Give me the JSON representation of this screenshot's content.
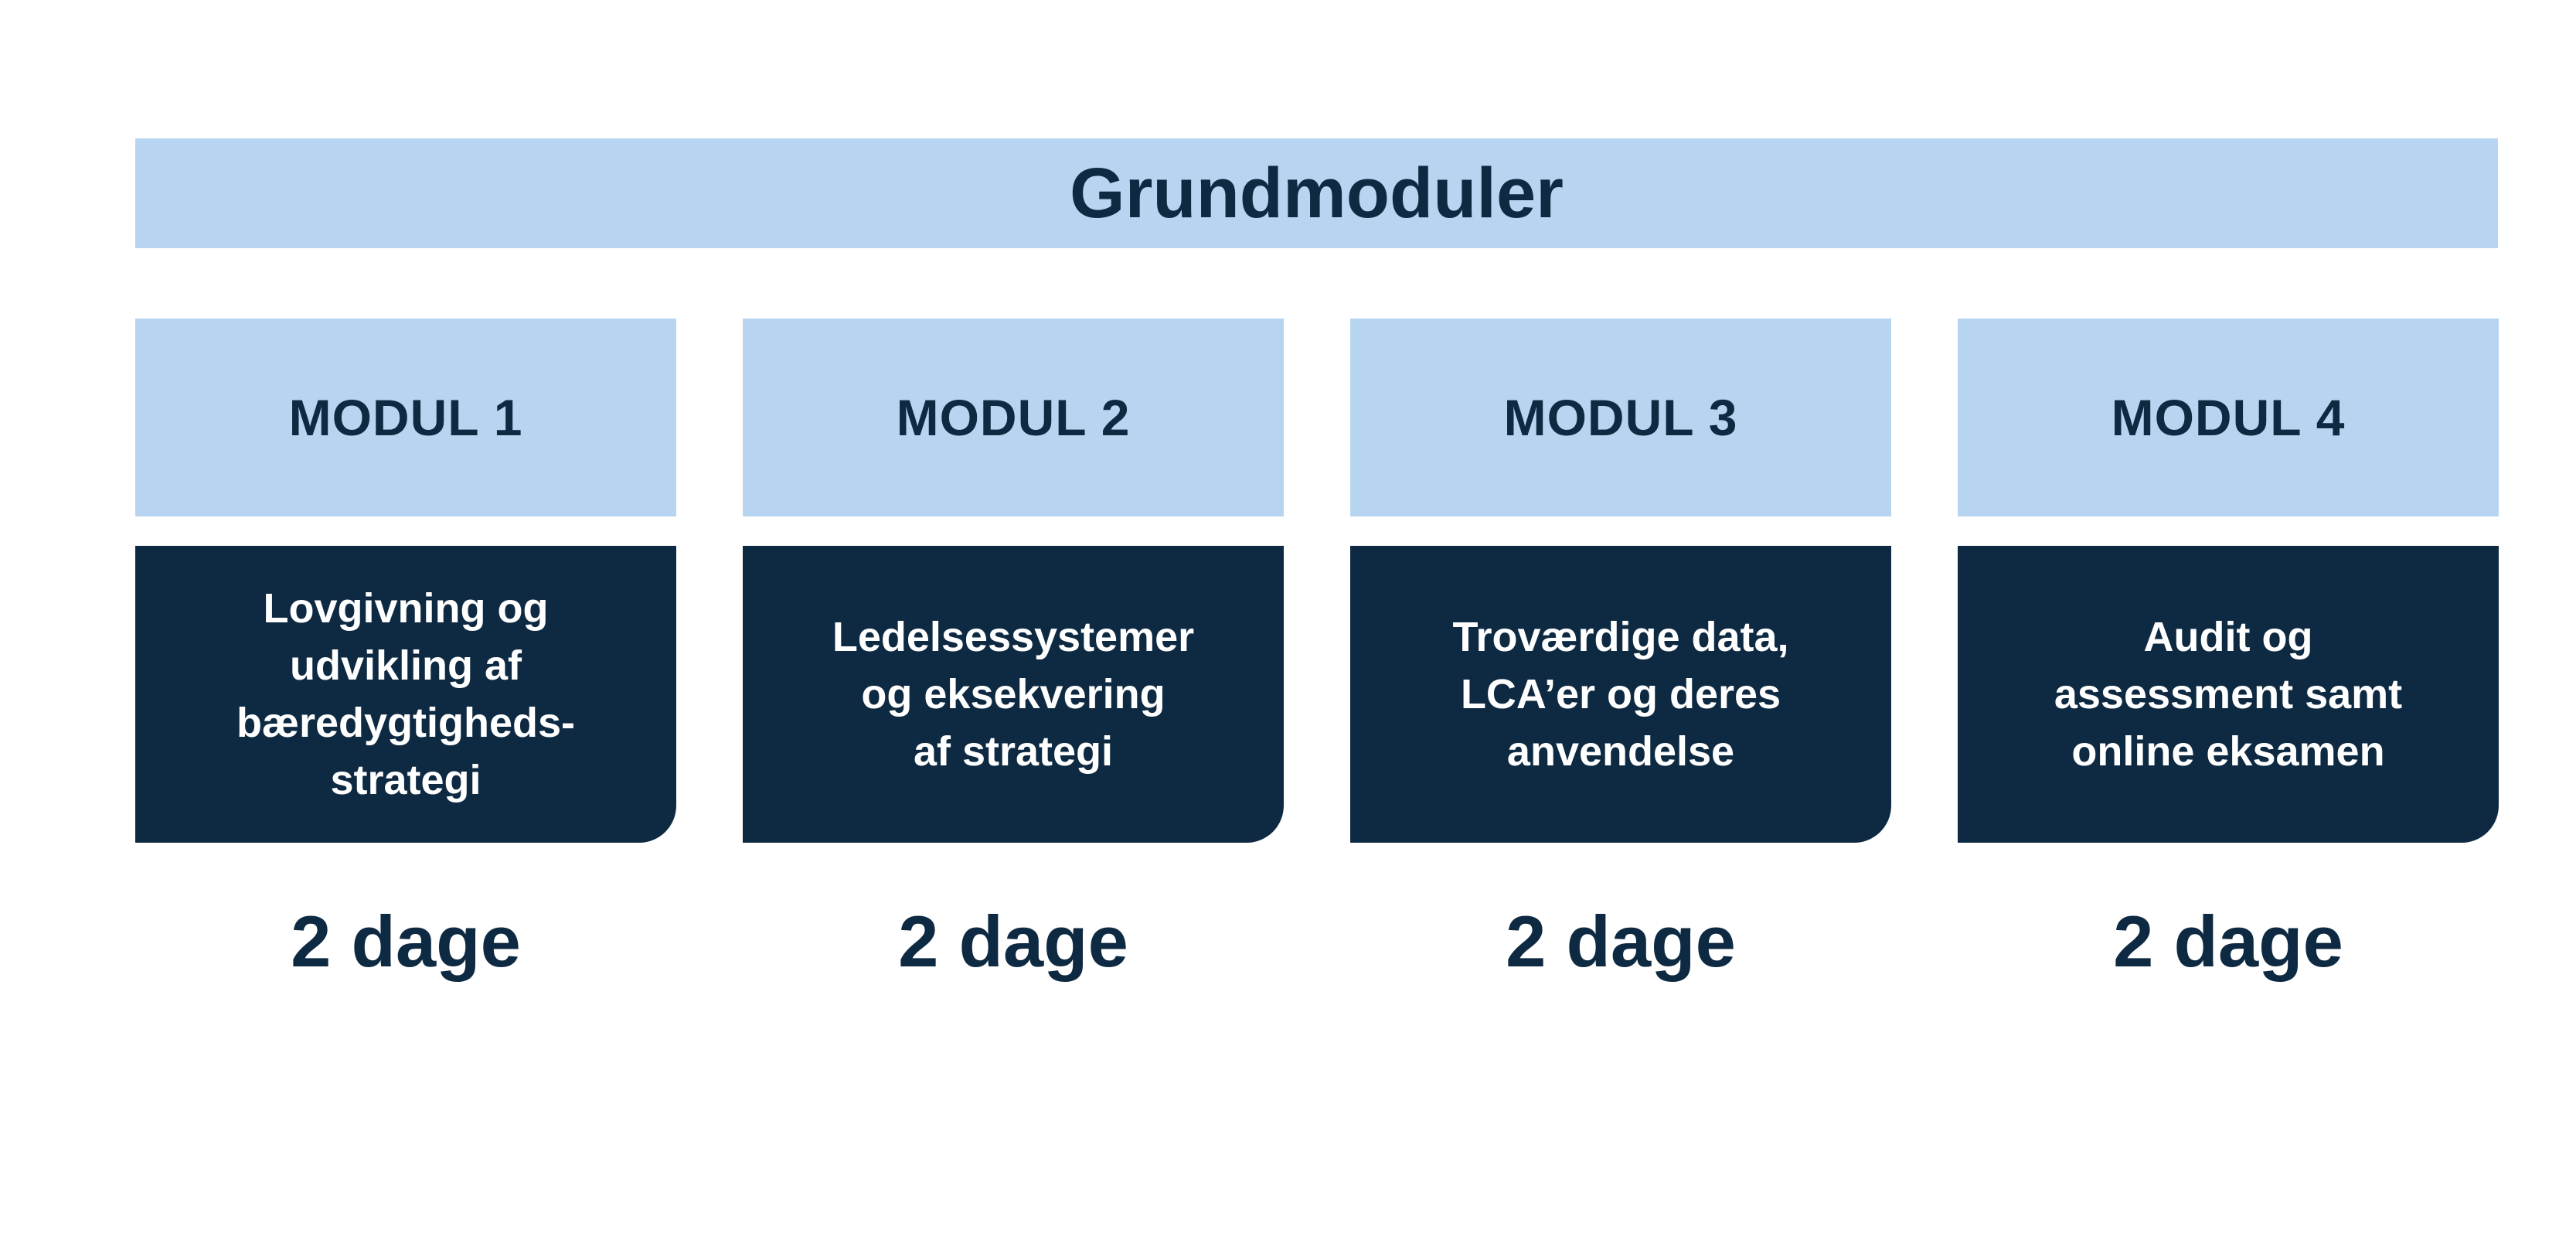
{
  "header": {
    "title": "Grundmoduler"
  },
  "colors": {
    "accent_light": "#b7d5f0",
    "accent_dark": "#0e2a42",
    "text_on_dark": "#ffffff"
  },
  "modules": [
    {
      "label": "MODUL 1",
      "description": "Lovgivning og\nudvikling af\nbæredygtigheds-\nstrategi",
      "duration": "2 dage"
    },
    {
      "label": "MODUL 2",
      "description": "Ledelsessystemer\nog eksekvering\naf strategi",
      "duration": "2 dage"
    },
    {
      "label": "MODUL 3",
      "description": "Troværdige data,\nLCA’er og deres\nanvendelse",
      "duration": "2 dage"
    },
    {
      "label": "MODUL 4",
      "description": "Audit og\nassessment samt\nonline eksamen",
      "duration": "2 dage"
    }
  ]
}
